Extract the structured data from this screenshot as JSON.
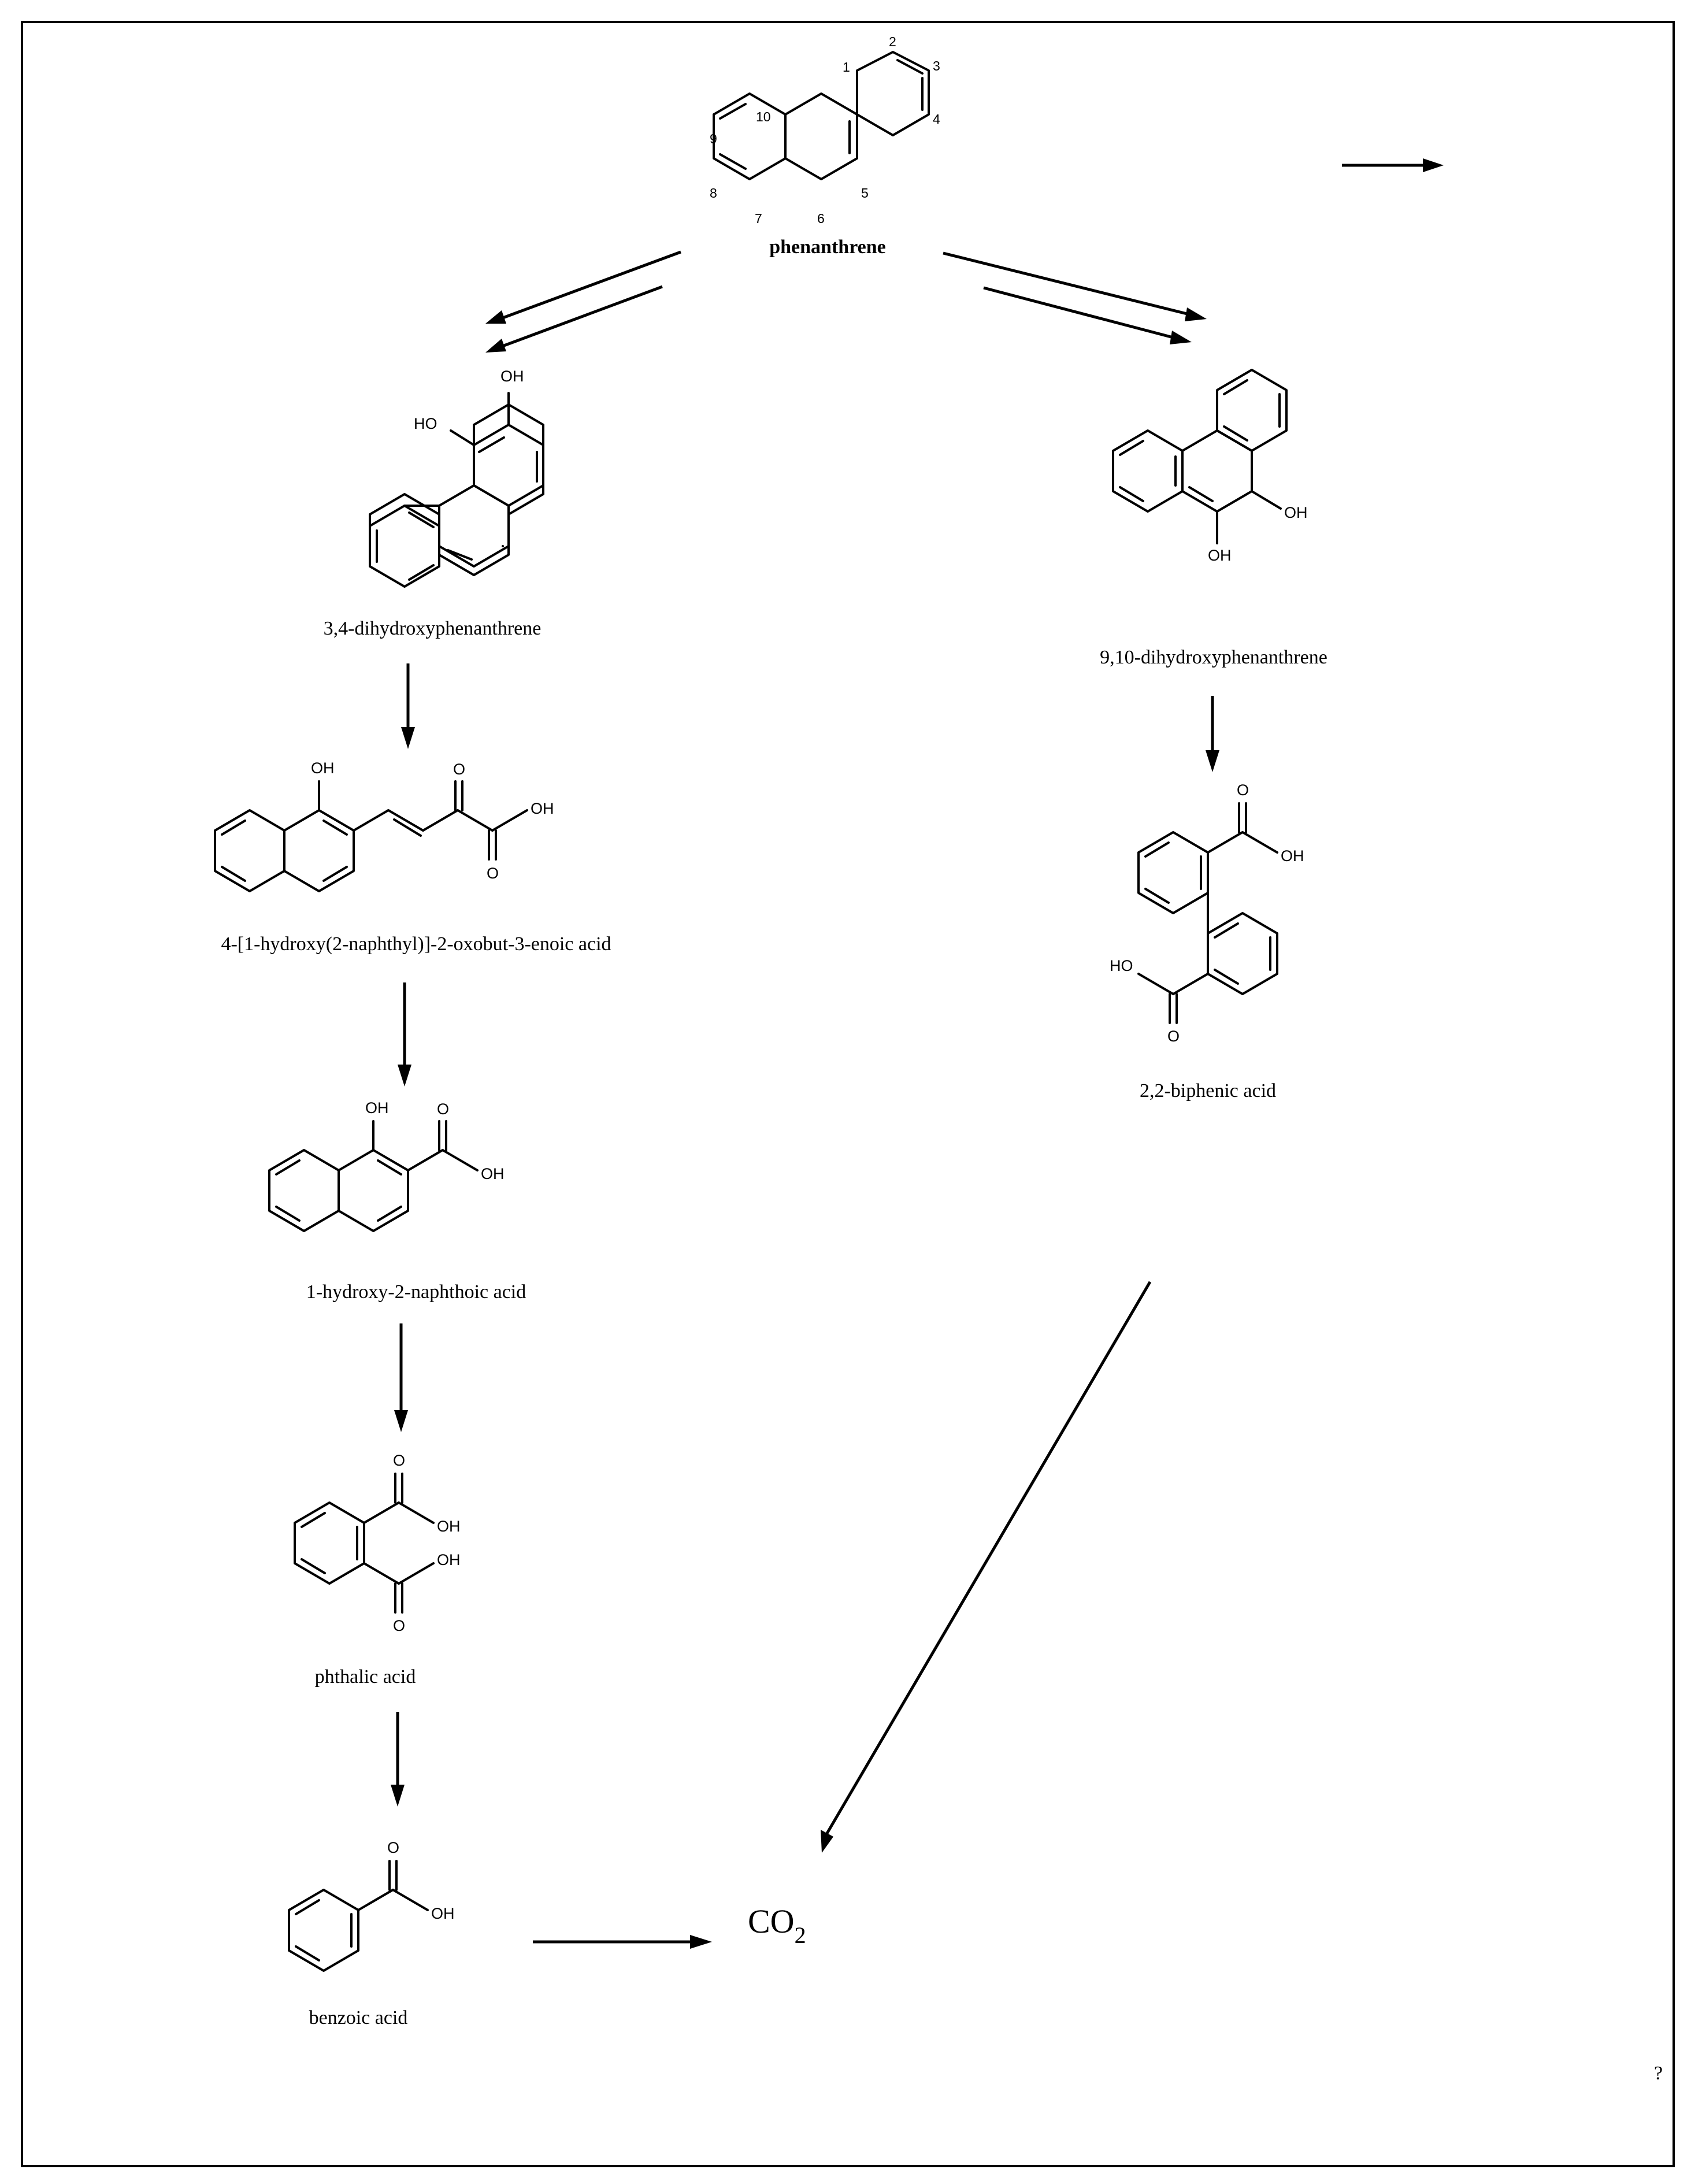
{
  "compounds": {
    "phenanthrene": "phenanthrene",
    "dihydroxy34": "3,4-dihydroxyphenanthrene",
    "dihydroxy910": "9,10-dihydroxyphenanthrene",
    "hydroxynaphthyl_acid": "4-[1-hydroxy(2-naphthyl)]-2-oxobut-3-enoic acid",
    "biphenic": "2,2-biphenic acid",
    "naphthoic": "1-hydroxy-2-naphthoic acid",
    "phthalic": "phthalic acid",
    "benzoic": "benzoic acid",
    "co2_main": "CO",
    "co2_sub": "2"
  },
  "atoms": {
    "oh": "OH",
    "ho": "HO",
    "o": "O"
  },
  "ring_numbers": [
    "1",
    "2",
    "3",
    "4",
    "5",
    "6",
    "7",
    "8",
    "9",
    "10"
  ],
  "footer_mark": "?"
}
